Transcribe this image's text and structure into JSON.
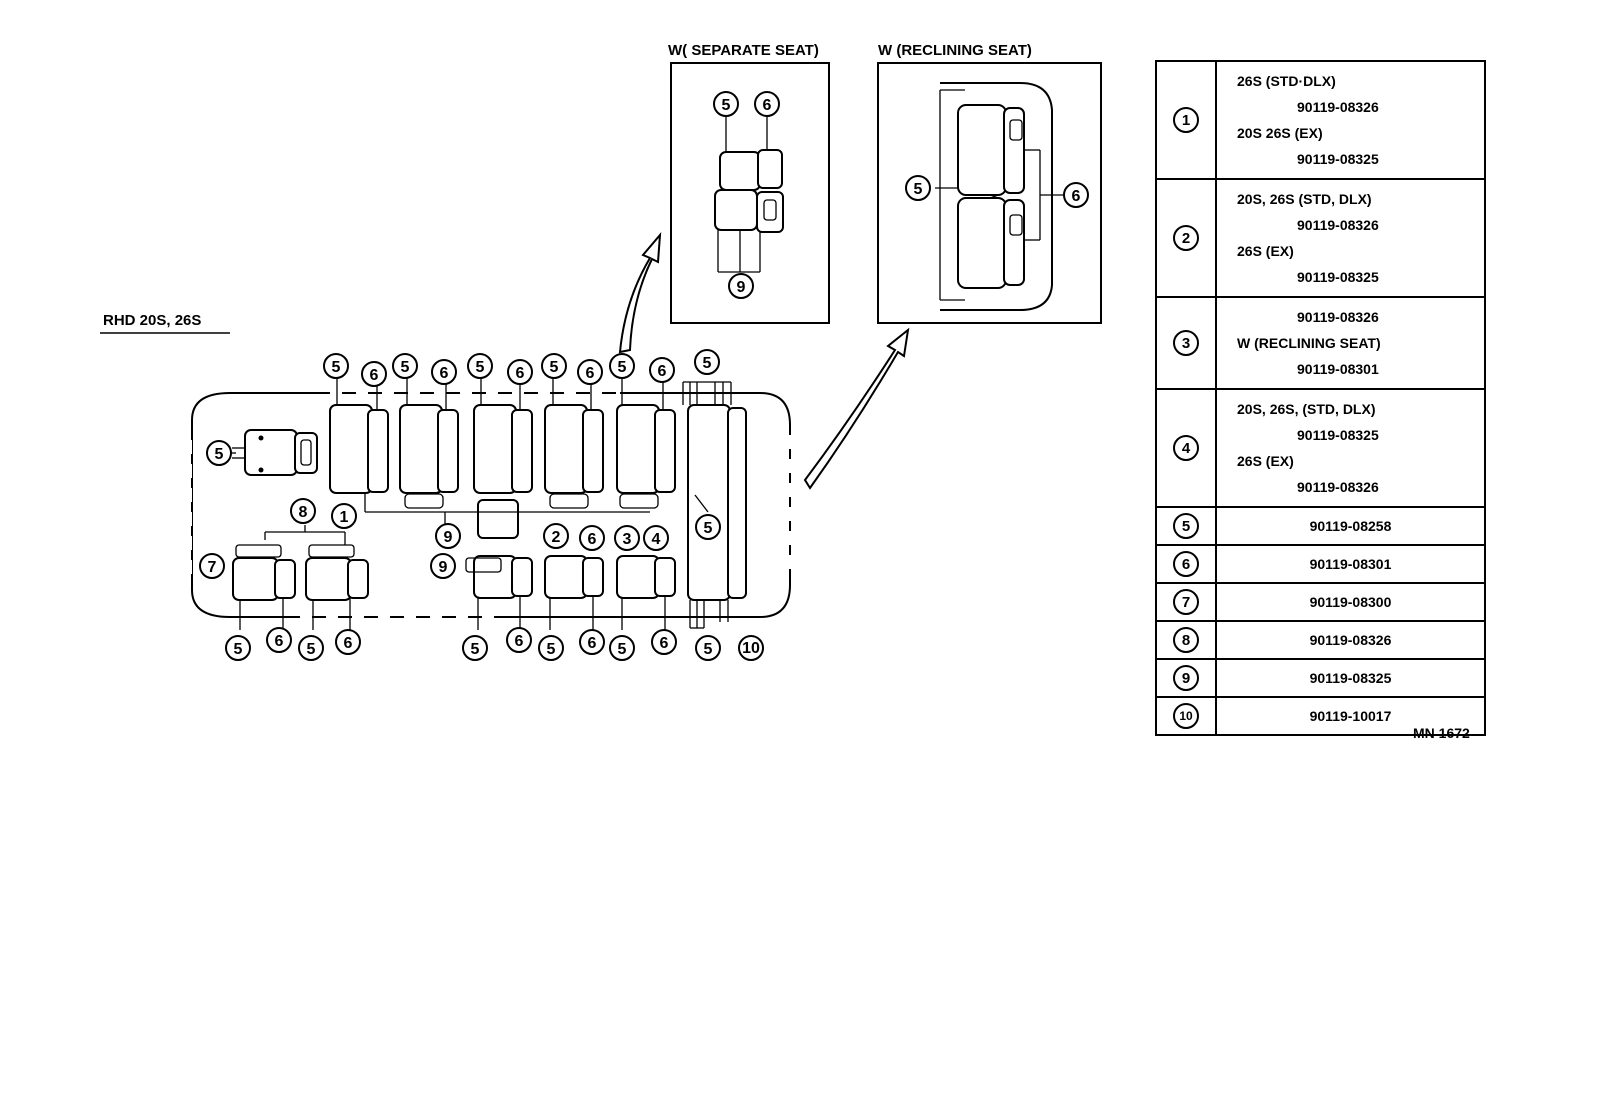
{
  "main_title": "RHD 20S, 26S",
  "inset_separate_title": "W( SEPARATE SEAT)",
  "inset_reclining_title": "W (RECLINING SEAT)",
  "drawing_code": "MN 1672",
  "callouts": {
    "c1": "1",
    "c2": "2",
    "c3": "3",
    "c4": "4",
    "c5": "5",
    "c6": "6",
    "c7": "7",
    "c8": "8",
    "c9": "9",
    "c10": "10"
  },
  "parts_table": [
    {
      "num": "1",
      "lines": [
        "26S (STD·DLX)",
        "90119-08326",
        "20S 26S (EX)",
        "90119-08325"
      ]
    },
    {
      "num": "2",
      "lines": [
        "20S, 26S (STD, DLX)",
        "90119-08326",
        "26S (EX)",
        "90119-08325"
      ]
    },
    {
      "num": "3",
      "lines": [
        "90119-08326",
        "W (RECLINING SEAT)",
        "90119-08301"
      ]
    },
    {
      "num": "4",
      "lines": [
        "20S, 26S, (STD, DLX)",
        "90119-08325",
        "26S (EX)",
        "90119-08326"
      ]
    },
    {
      "num": "5",
      "lines": [
        "90119-08258"
      ]
    },
    {
      "num": "6",
      "lines": [
        "90119-08301"
      ]
    },
    {
      "num": "7",
      "lines": [
        "90119-08300"
      ]
    },
    {
      "num": "8",
      "lines": [
        "90119-08326"
      ]
    },
    {
      "num": "9",
      "lines": [
        "90119-08325"
      ]
    },
    {
      "num": "10",
      "lines": [
        "90119-10017"
      ]
    }
  ]
}
